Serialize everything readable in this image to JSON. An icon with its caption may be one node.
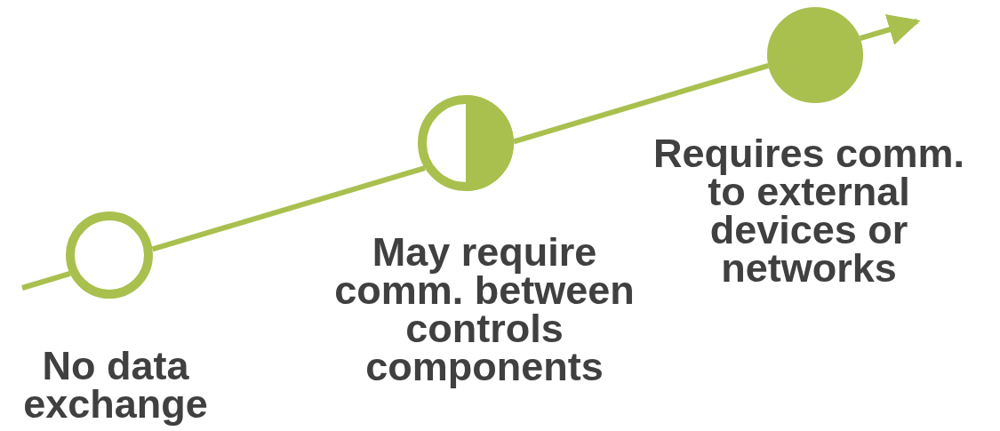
{
  "diagram": {
    "nodes": [
      {
        "text": [],
        "shape": "ring",
        "beside": [
          "No data exchange"
        ]
      },
      {
        "text": [],
        "shape": "half-disc",
        "beside": [
          "May require comm. between controls components"
        ]
      },
      {
        "text": [],
        "shape": "disc",
        "beside": [
          "Requires comm. to external devices or networks"
        ]
      }
    ],
    "edges": [
      {
        "from": null,
        "to": 0,
        "arrow": "none"
      },
      {
        "from": 0,
        "to": 1,
        "arrow": "none"
      },
      {
        "from": 1,
        "to": 2,
        "arrow": "none"
      },
      {
        "from": 2,
        "to": null,
        "arrow": "to"
      }
    ]
  }
}
